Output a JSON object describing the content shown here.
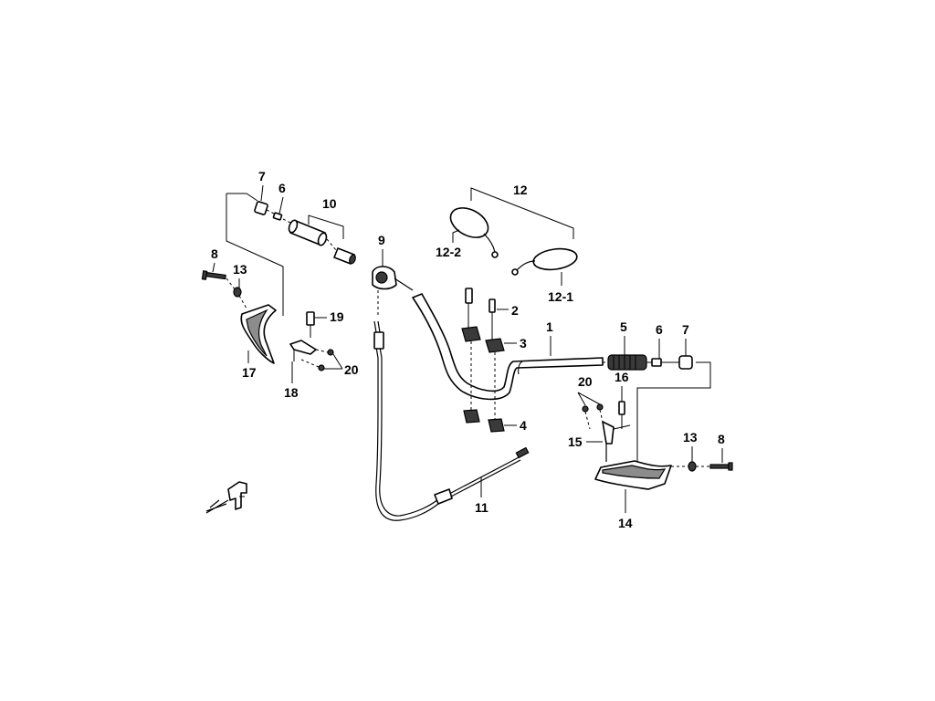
{
  "callouts": {
    "c1": "1",
    "c2": "2",
    "c3": "3",
    "c4": "4",
    "c5": "5",
    "c6_left": "6",
    "c6_right": "6",
    "c7_left": "7",
    "c7_right": "7",
    "c8_left": "8",
    "c8_right": "8",
    "c9": "9",
    "c10": "10",
    "c11": "11",
    "c12": "12",
    "c12_1": "12-1",
    "c12_2": "12-2",
    "c13_left": "13",
    "c13_right": "13",
    "c14": "14",
    "c15": "15",
    "c16": "16",
    "c17": "17",
    "c18": "18",
    "c19": "19",
    "c20_left": "20",
    "c20_right": "20"
  },
  "colors": {
    "ink": "#000000",
    "shade_dark": "#3a3a3a",
    "shade_mid": "#8c8c8c",
    "background": "#ffffff"
  }
}
